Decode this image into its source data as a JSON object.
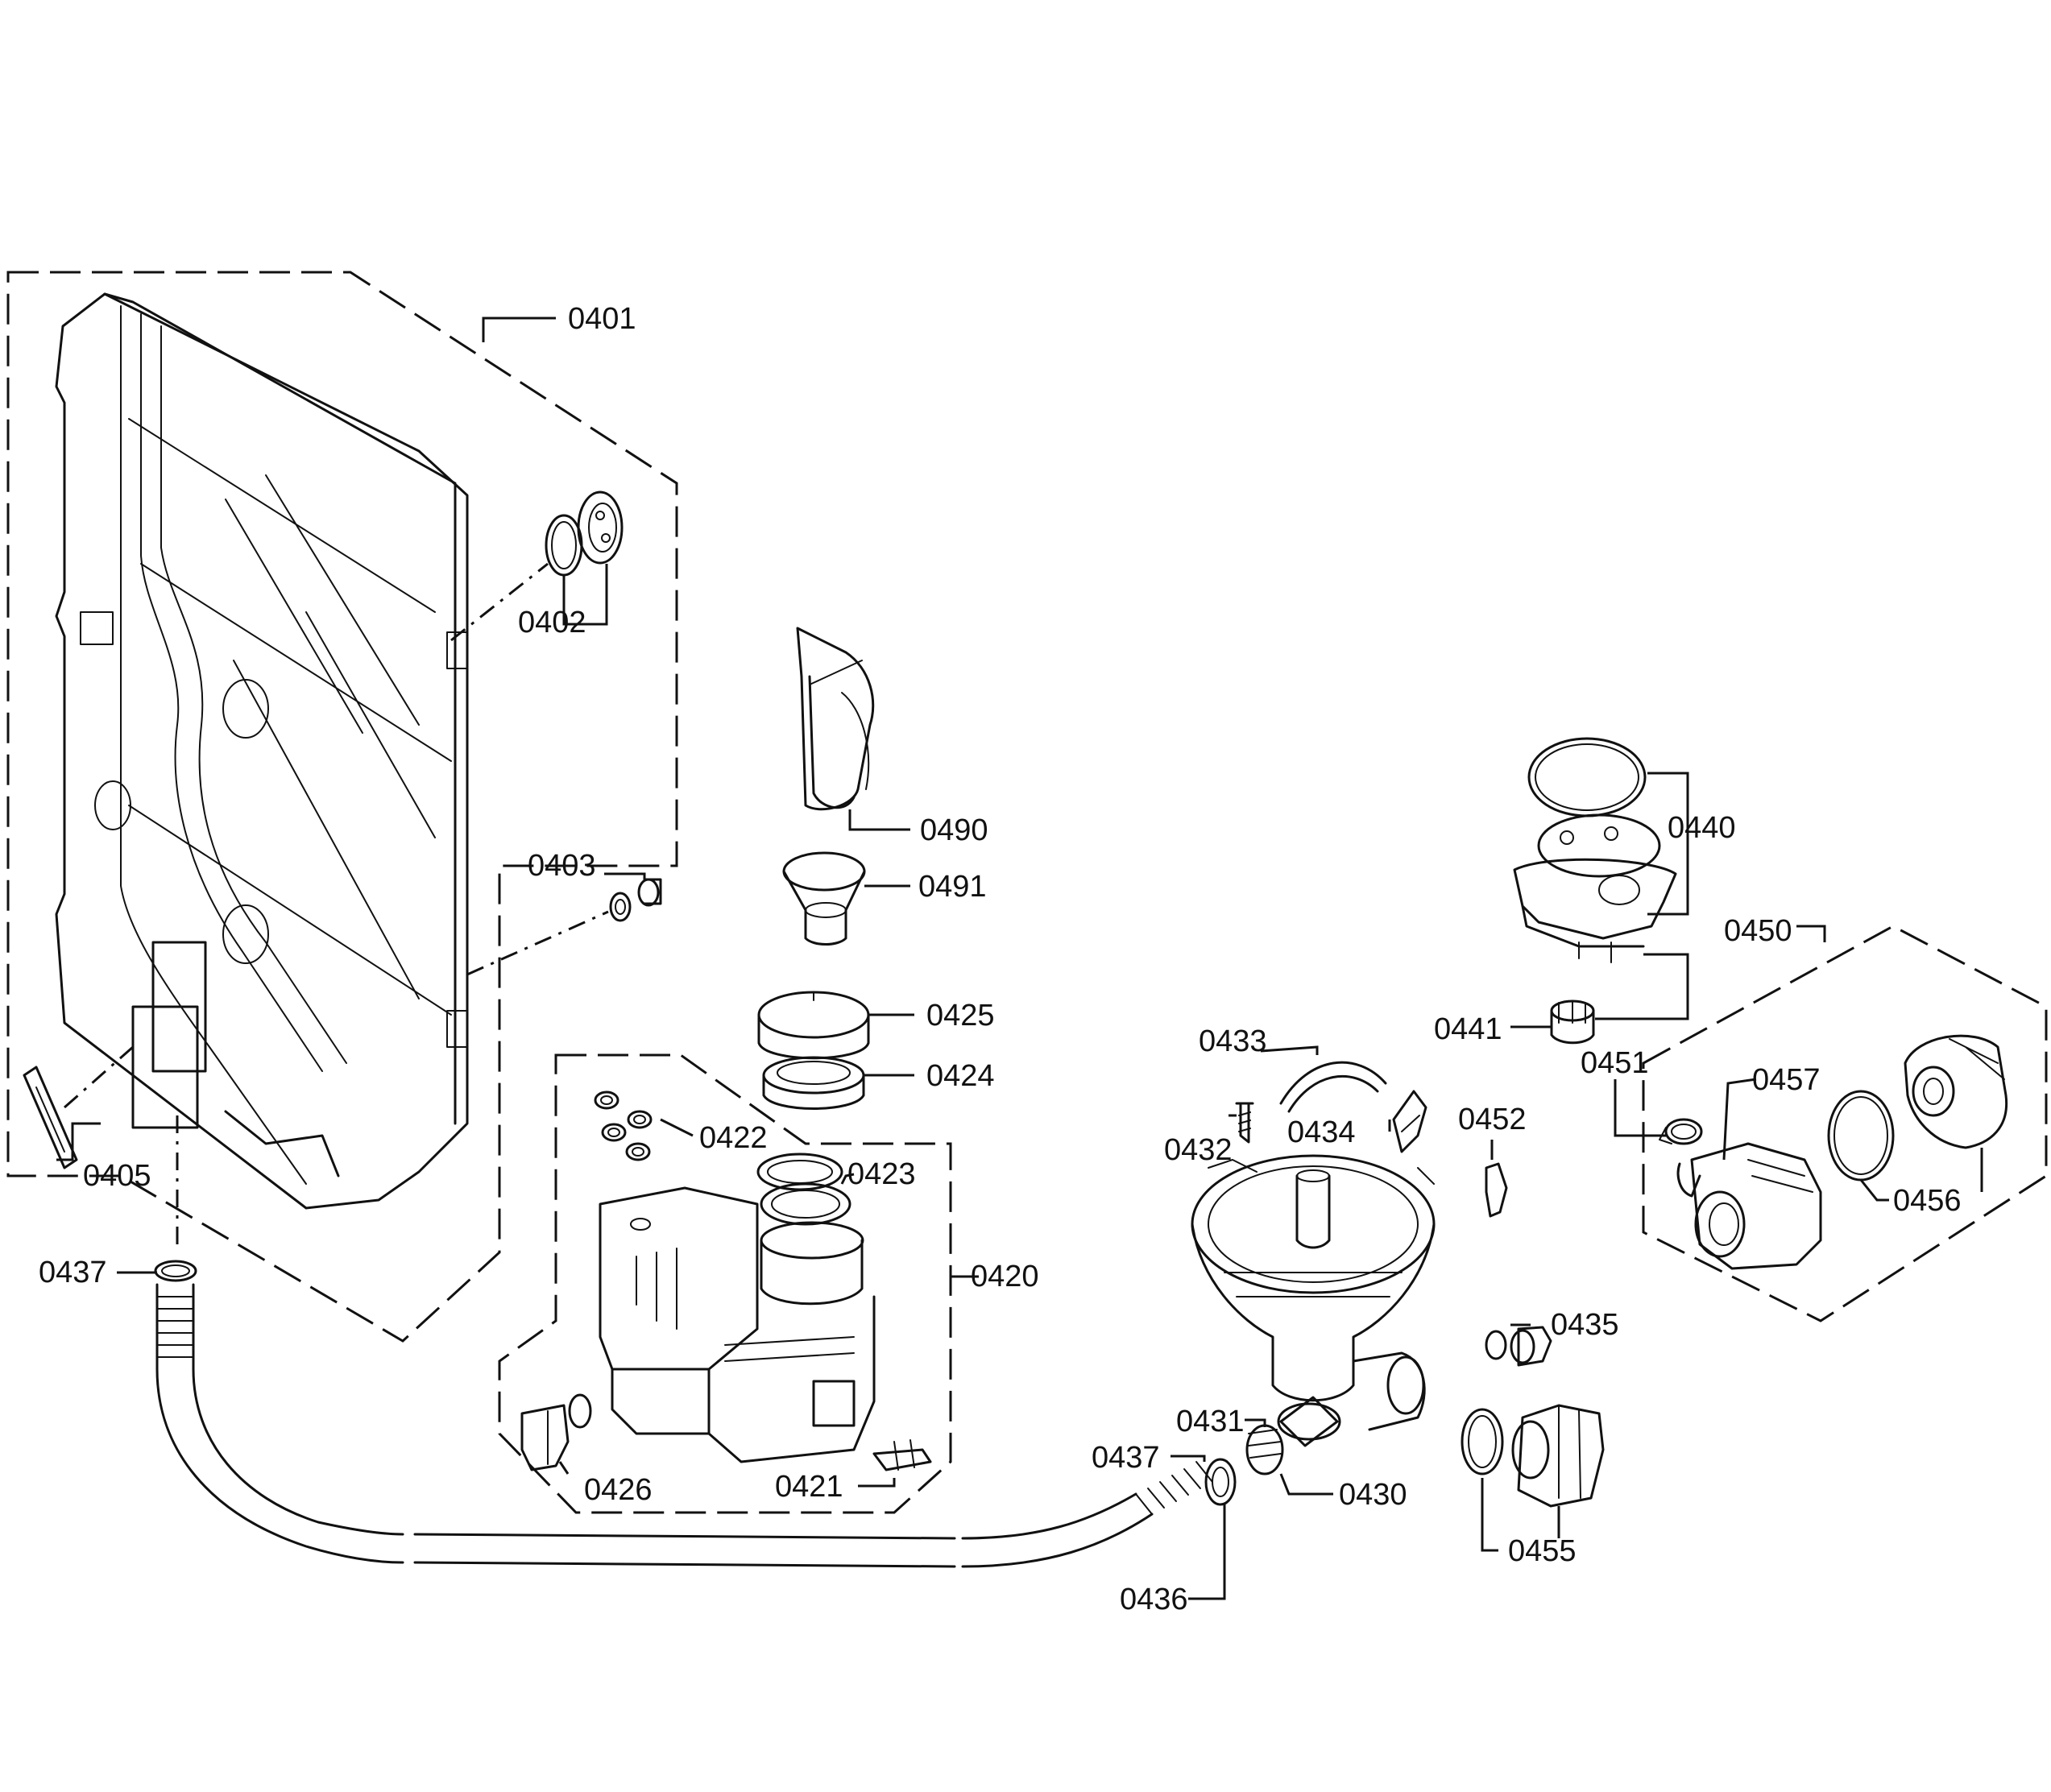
{
  "labels": {
    "p0401": "0401",
    "p0402": "0402",
    "p0403": "0403",
    "p0405": "0405",
    "p0437a": "0437",
    "p0490": "0490",
    "p0491": "0491",
    "p0425": "0425",
    "p0424": "0424",
    "p0422": "0422",
    "p0423": "0423",
    "p0420": "0420",
    "p0426": "0426",
    "p0421": "0421",
    "p0433": "0433",
    "p0432": "0432",
    "p0434": "0434",
    "p0452": "0452",
    "p0440": "0440",
    "p0441": "0441",
    "p0450": "0450",
    "p0451": "0451",
    "p0457": "0457",
    "p0456": "0456",
    "p0435": "0435",
    "p0431": "0431",
    "p0437b": "0437",
    "p0430": "0430",
    "p0455": "0455",
    "p0436": "0436"
  }
}
